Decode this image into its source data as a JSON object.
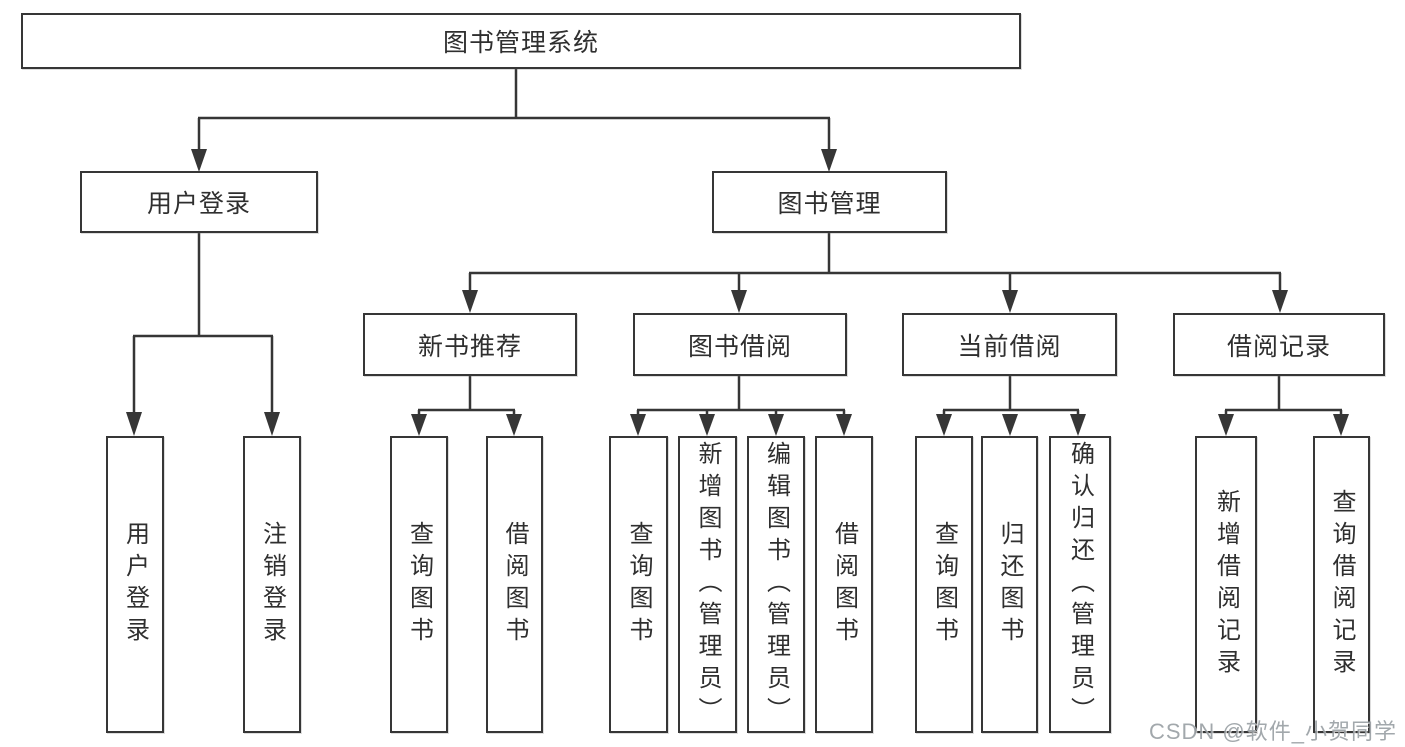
{
  "diagram": {
    "root": {
      "label": "图书管理系统"
    },
    "level2": [
      {
        "label": "用户登录"
      },
      {
        "label": "图书管理"
      }
    ],
    "level3": [
      {
        "label": "新书推荐"
      },
      {
        "label": "图书借阅"
      },
      {
        "label": "当前借阅"
      },
      {
        "label": "借阅记录"
      }
    ],
    "leaves": {
      "user_login": [
        "用户登录",
        "注销登录"
      ],
      "new_books": [
        "查询图书",
        "借阅图书"
      ],
      "book_borrow": [
        "查询图书",
        "新增图书（管理员）",
        "编辑图书（管理员）",
        "借阅图书"
      ],
      "current_borrow": [
        "查询图书",
        "归还图书",
        "确认归还（管理员）"
      ],
      "borrow_records": [
        "新增借阅记录",
        "查询借阅记录"
      ]
    }
  },
  "watermark": {
    "text": "CSDN @软件_小贺同学"
  },
  "colors": {
    "line": "#363636",
    "text": "#2f2f2f",
    "watermark": "#9ba1a5",
    "background": "#ffffff"
  }
}
